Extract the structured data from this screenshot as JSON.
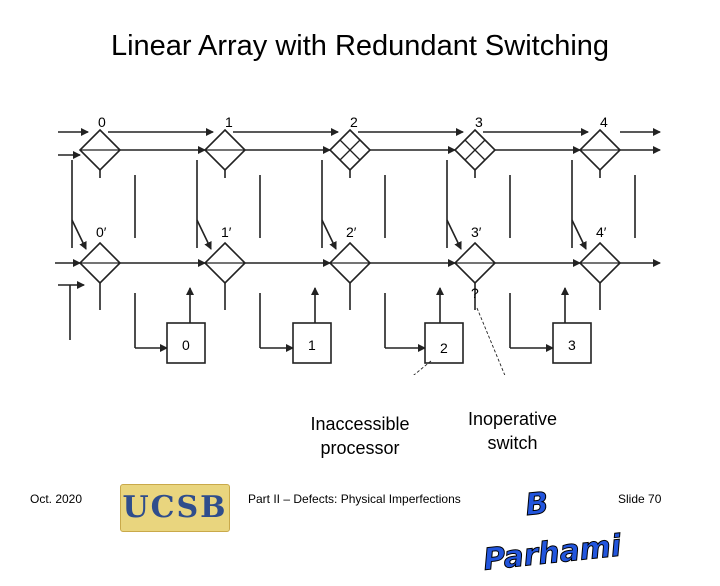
{
  "title": "Linear Array with Redundant Switching",
  "diagram": {
    "top_switch_labels": [
      "0",
      "1",
      "2",
      "3",
      "4"
    ],
    "bottom_switch_labels": [
      "0′",
      "1′",
      "2′",
      "3′",
      "4′"
    ],
    "processor_labels": [
      "0",
      "1",
      "2",
      "3"
    ],
    "unknown_mark": "?"
  },
  "annotations": {
    "inaccessible": [
      "Inaccessible",
      "processor"
    ],
    "inoperative": [
      "Inoperative",
      "switch"
    ]
  },
  "footer": {
    "date": "Oct. 2020",
    "logo": "UCSB",
    "center": "Part II – Defects: Physical Imperfections",
    "author": "B Parhami",
    "slide": "Slide 70"
  }
}
